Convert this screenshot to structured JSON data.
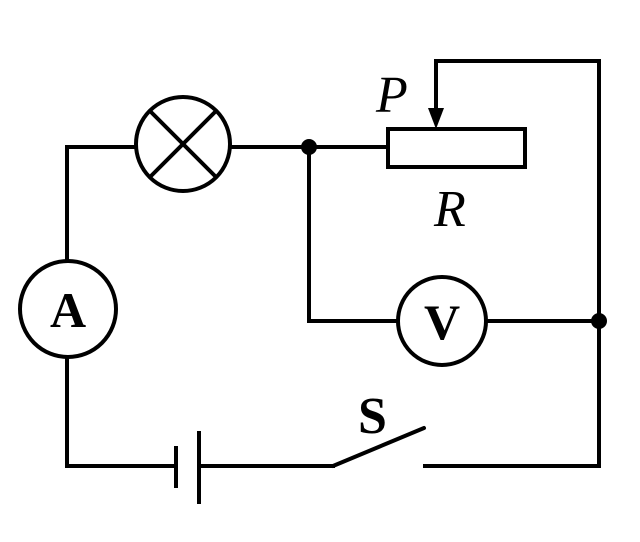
{
  "labels": {
    "slider": "P",
    "rheostat": "R",
    "switch": "S",
    "ammeter": "A",
    "voltmeter": "V"
  }
}
